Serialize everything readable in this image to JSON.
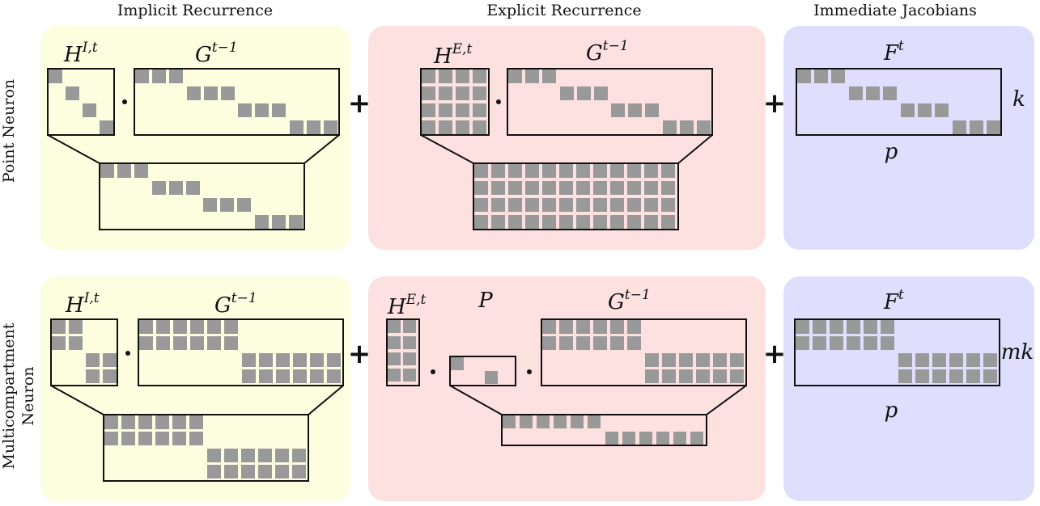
{
  "columns": {
    "implicit": "Implicit Recurrence",
    "explicit": "Explicit Recurrence",
    "immediate": "Immediate Jacobians"
  },
  "rows": {
    "point": "Point Neuron",
    "multi_line1": "Multicompartment",
    "multi_line2": "Neuron"
  },
  "symbols": {
    "H": "H",
    "I_t": "I,t",
    "E_t": "E,t",
    "G": "G",
    "t_minus_1": "t−1",
    "F": "F",
    "t": "t",
    "P": "P",
    "plus": "+",
    "k": "k",
    "mk": "mk",
    "p": "p"
  },
  "colors": {
    "implicit_bg": "#fdfde0",
    "explicit_bg": "#fde0e0",
    "immediate_bg": "#dfdffd",
    "cell": "#999999",
    "cell_gap": "#ffffff"
  }
}
